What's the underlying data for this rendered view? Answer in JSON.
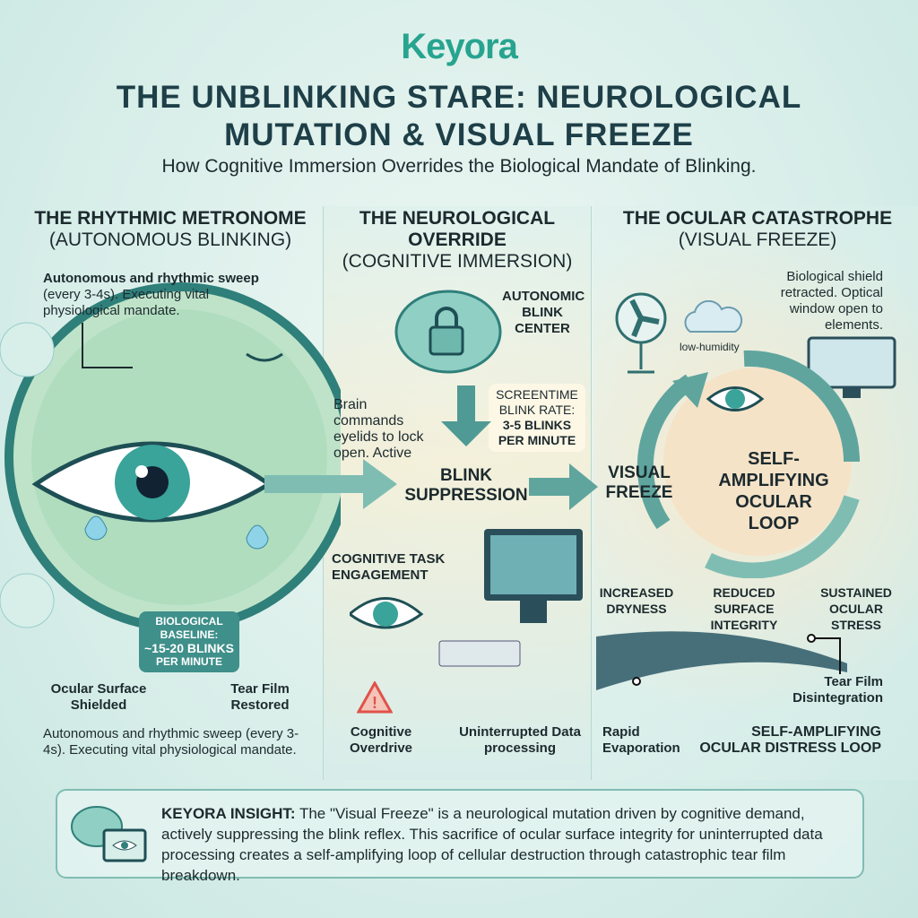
{
  "logo": "Keyora",
  "title": [
    "THE UNBLINKING STARE: NEUROLOGICAL",
    "MUTATION & VISUAL FREEZE"
  ],
  "subtitle": "How Cognitive Immersion Overrides the Biological Mandate of Blinking.",
  "left": {
    "heading": "THE RHYTHMIC METRONOME",
    "subheading": "(AUTONOMOUS BLINKING)",
    "note_bold": "Autonomous and rhythmic sweep",
    "note_rest": "(every 3-4s). Executing vital physiological mandate.",
    "baseline": [
      "BIOLOGICAL BASELINE:",
      "~15-20 BLINKS",
      "PER MINUTE"
    ],
    "label_ocular": "Ocular Surface Shielded",
    "label_tear": "Tear Film Restored",
    "footer": "Autonomous and rhythmic sweep (every 3-4s). Executing vital physiological mandate."
  },
  "middle": {
    "heading": "THE NEUROLOGICAL OVERRIDE",
    "subheading": "(COGNITIVE IMMERSION)",
    "blink_center": "AUTONOMIC BLINK CENTER",
    "brain_command": "Brain commands eyelids to lock open. Active",
    "screentime": "SCREENTIME BLINK RATE:",
    "screentime_value": "3-5 BLINKS PER MINUTE",
    "suppression": "BLINK SUPPRESSION",
    "task": "COGNITIVE TASK ENGAGEMENT",
    "overdrive": "Cognitive Overdrive",
    "processing": "Uninterrupted Data processing"
  },
  "right": {
    "heading": "THE OCULAR CATASTROPHE",
    "subheading": "(VISUAL FREEZE)",
    "note": "Biological shield retracted. Optical window open to elements.",
    "humidity": "low-humidity",
    "visual_freeze": "VISUAL FREEZE",
    "loop": "SELF-AMPLIFYING OCULAR LOOP",
    "dryness": "INCREASED DRYNESS",
    "integrity": "REDUCED SURFACE INTEGRITY",
    "stress": "SUSTAINED OCULAR STRESS",
    "tear": "Tear Film Disintegration",
    "evaporation": "Rapid Evaporation",
    "distress": "SELF-AMPLIFYING OCULAR DISTRESS LOOP"
  },
  "insight": {
    "label": "KEYORA INSIGHT:",
    "text": "The \"Visual Freeze\" is a neurological mutation driven by cognitive demand, actively suppressing the blink reflex. This sacrifice of ocular surface integrity for uninterrupted data processing creates a self-amplifying loop of cellular destruction through catastrophic tear film breakdown."
  },
  "colors": {
    "teal": "#2f8f86",
    "dark": "#1e3f48",
    "accent": "#27a48f",
    "warn": "#e0524a"
  }
}
